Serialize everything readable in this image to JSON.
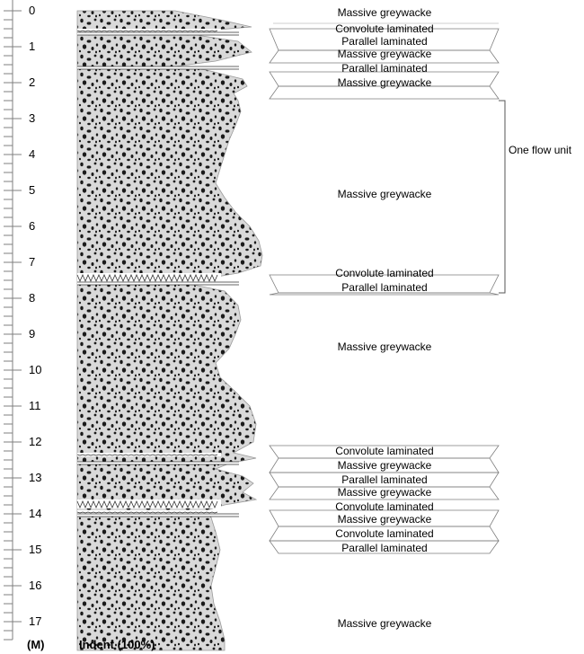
{
  "axis": {
    "unit_label": "(M)",
    "column_label": "Indent (100%)",
    "ticks": [
      "0",
      "1",
      "2",
      "3",
      "4",
      "5",
      "6",
      "7",
      "8",
      "9",
      "10",
      "11",
      "12",
      "13",
      "14",
      "15",
      "16",
      "17"
    ],
    "range_m": [
      0,
      17.8
    ]
  },
  "bracket": {
    "label": "One flow unit",
    "from_m": 2.5,
    "to_m": 7.85
  },
  "facies": [
    {
      "label": "Massive greywacke",
      "depth_m": 0.05,
      "top_m": 0.0,
      "bottom_m": 0.5,
      "kind": "massive"
    },
    {
      "label": "Convolute laminated",
      "depth_m": 0.5,
      "top_m": 0.5,
      "bottom_m": 0.6,
      "kind": "convolute"
    },
    {
      "label": "Parallel laminated",
      "depth_m": 0.85,
      "top_m": 0.6,
      "bottom_m": 0.65,
      "kind": "parallel"
    },
    {
      "label": "Massive greywacke",
      "depth_m": 1.2,
      "top_m": 0.65,
      "bottom_m": 1.55,
      "kind": "massive"
    },
    {
      "label": "Parallel laminated",
      "depth_m": 1.6,
      "top_m": 1.55,
      "bottom_m": 1.6,
      "kind": "parallel"
    },
    {
      "label": "Massive greywacke",
      "depth_m": 2.0,
      "top_m": 1.6,
      "bottom_m": 2.45,
      "kind": "massive"
    },
    {
      "label": "Massive greywacke",
      "depth_m": 5.1,
      "top_m": 2.45,
      "bottom_m": 7.3,
      "kind": "massive"
    },
    {
      "label": "Convolute laminated",
      "depth_m": 7.3,
      "top_m": 7.3,
      "bottom_m": 7.55,
      "kind": "convolute"
    },
    {
      "label": "Parallel laminated",
      "depth_m": 7.7,
      "top_m": 7.55,
      "bottom_m": 7.65,
      "kind": "parallel"
    },
    {
      "label": "Massive greywacke",
      "depth_m": 9.35,
      "top_m": 7.65,
      "bottom_m": 12.3,
      "kind": "massive"
    },
    {
      "label": "Convolute laminated",
      "depth_m": 12.25,
      "top_m": 12.3,
      "bottom_m": 12.4,
      "kind": "convolute"
    },
    {
      "label": "Massive greywacke",
      "depth_m": 12.65,
      "top_m": 12.4,
      "bottom_m": 12.55,
      "kind": "massive"
    },
    {
      "label": "Parallel laminated",
      "depth_m": 13.05,
      "top_m": 12.55,
      "bottom_m": 12.75,
      "kind": "parallel"
    },
    {
      "label": "Massive greywacke",
      "depth_m": 13.4,
      "top_m": 12.75,
      "bottom_m": 13.6,
      "kind": "massive"
    },
    {
      "label": "Convolute laminated",
      "depth_m": 13.8,
      "top_m": 13.6,
      "bottom_m": 13.85,
      "kind": "convolute"
    },
    {
      "label": "Massive greywacke",
      "depth_m": 14.15,
      "top_m": 13.85,
      "bottom_m": 13.9,
      "kind": "massive"
    },
    {
      "label": "Convolute laminated",
      "depth_m": 14.55,
      "top_m": 13.9,
      "bottom_m": 14.0,
      "kind": "convolute"
    },
    {
      "label": "Parallel laminated",
      "depth_m": 14.95,
      "top_m": 14.0,
      "bottom_m": 14.05,
      "kind": "parallel"
    },
    {
      "label": "Massive greywacke",
      "depth_m": 17.05,
      "top_m": 14.05,
      "bottom_m": 17.8,
      "kind": "massive"
    }
  ],
  "label_boxes": [
    {
      "a_m": 0.5,
      "b_m": 1.1,
      "slant": "down"
    },
    {
      "a_m": 1.1,
      "b_m": 1.45,
      "slant": "up"
    },
    {
      "a_m": 1.7,
      "b_m": 2.1,
      "slant": "down"
    },
    {
      "a_m": 2.1,
      "b_m": 2.45,
      "slant": "up"
    },
    {
      "a_m": 7.35,
      "b_m": 7.85,
      "slant": "down"
    },
    {
      "a_m": 7.85,
      "b_m": 7.9,
      "slant": "up"
    },
    {
      "a_m": 12.1,
      "b_m": 12.45,
      "slant": "down"
    },
    {
      "a_m": 12.45,
      "b_m": 12.85,
      "slant": "up"
    },
    {
      "a_m": 12.85,
      "b_m": 13.25,
      "slant": "down"
    },
    {
      "a_m": 13.25,
      "b_m": 13.6,
      "slant": "up"
    },
    {
      "a_m": 13.9,
      "b_m": 14.35,
      "slant": "down"
    },
    {
      "a_m": 14.35,
      "b_m": 14.75,
      "slant": "up"
    },
    {
      "a_m": 14.75,
      "b_m": 15.1,
      "slant": "down"
    }
  ],
  "colors": {
    "fill": "#d9d9d9",
    "grain": "#1a1a1a",
    "line": "#7f7f7f",
    "text": "#000000"
  }
}
